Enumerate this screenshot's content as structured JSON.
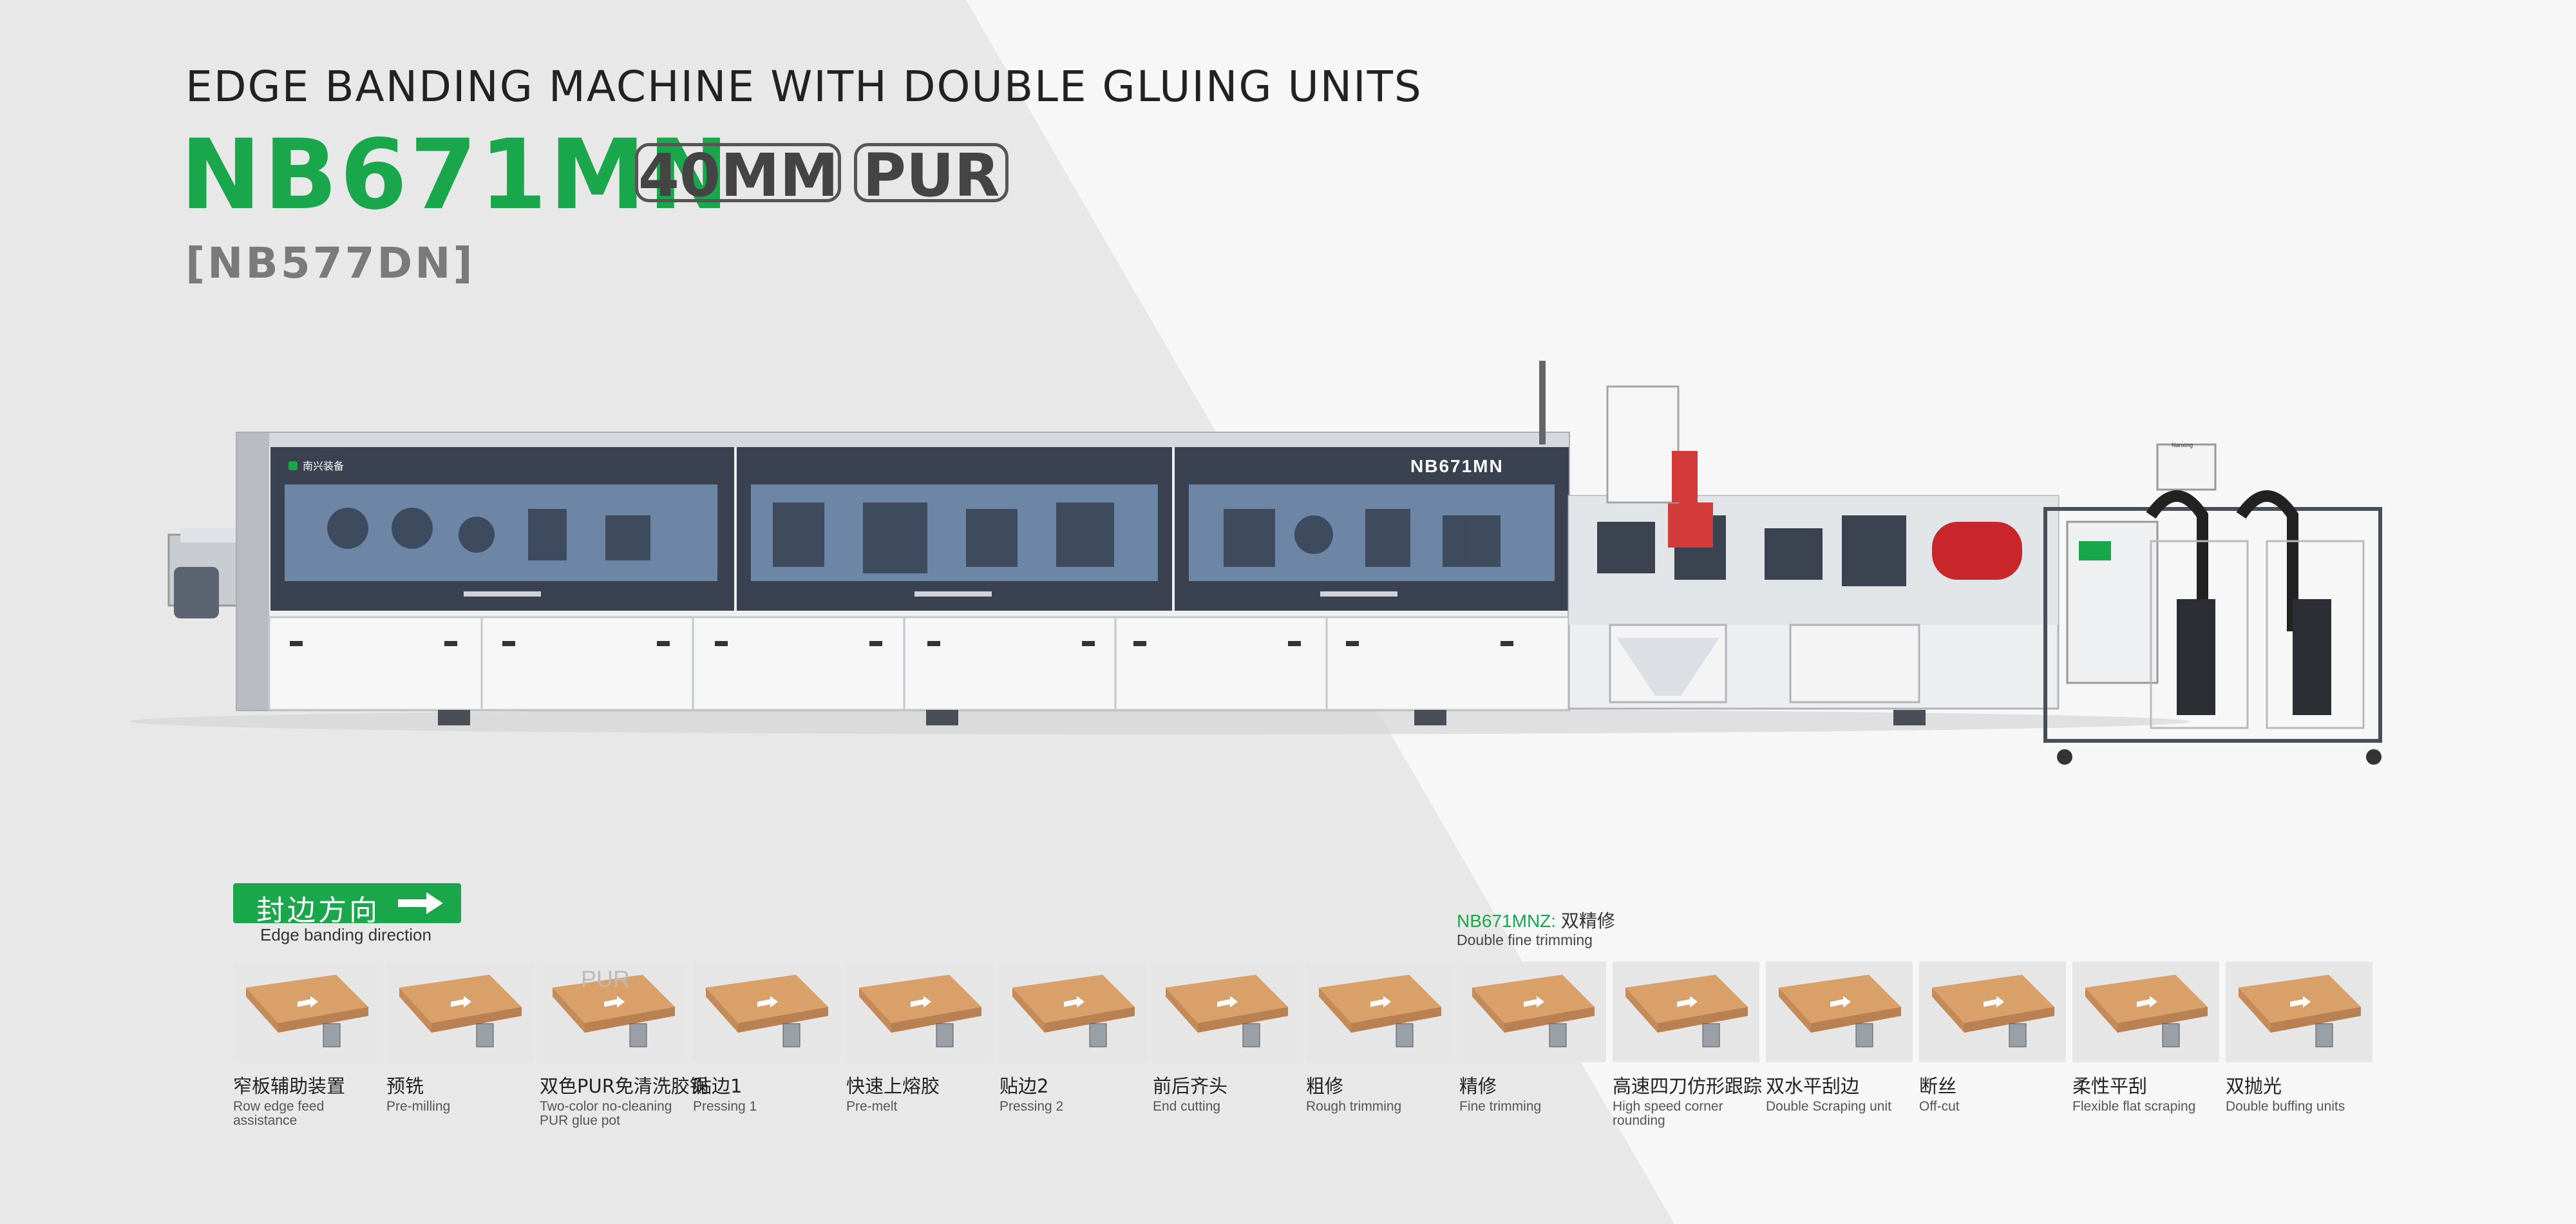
{
  "header": {
    "subtitle": "EDGE BANDING MACHINE WITH DOUBLE GLUING UNITS",
    "model": "NB671MN",
    "badges": [
      "40MM",
      "PUR"
    ],
    "alt_model": "[NB577DN]"
  },
  "machine": {
    "nameplate": "NB671MN",
    "brand": "南兴装备",
    "screen_label": "Nanxing"
  },
  "direction": {
    "label_cn": "封边方向",
    "label_en": "Edge banding direction"
  },
  "variant": {
    "model": "NB671MNZ:",
    "cn": "双精修",
    "en": "Double fine trimming"
  },
  "steps": [
    {
      "cn": "窄板辅助装置",
      "en": "Row edge feed assistance",
      "icon": "narrow-board-assist-icon"
    },
    {
      "cn": "预铣",
      "en": "Pre-milling",
      "icon": "pre-milling-icon"
    },
    {
      "cn": "双色PUR免清洗胶锅",
      "en": "Two-color no-cleaning PUR glue pot",
      "icon_text": "PUR",
      "icon": "glue-pot-icon"
    },
    {
      "cn": "贴边1",
      "en": "Pressing 1",
      "icon": "pressing-icon"
    },
    {
      "cn": "快速上熔胶",
      "en": "Pre-melt",
      "icon": "pre-melt-icon"
    },
    {
      "cn": "贴边2",
      "en": "Pressing 2",
      "icon": "pressing-icon"
    },
    {
      "cn": "前后齐头",
      "en": "End cutting",
      "icon": "end-cutting-icon"
    },
    {
      "cn": "粗修",
      "en": "Rough trimming",
      "icon": "rough-trimming-icon"
    },
    {
      "cn": "精修",
      "en": "Fine trimming",
      "icon": "fine-trimming-icon"
    },
    {
      "cn": "高速四刀仿形跟踪",
      "en": "High speed corner rounding",
      "icon": "corner-rounding-icon"
    },
    {
      "cn": "双水平刮边",
      "en": "Double Scraping unit",
      "icon": "scraping-icon"
    },
    {
      "cn": "断丝",
      "en": "Off-cut",
      "icon": "off-cut-icon"
    },
    {
      "cn": "柔性平刮",
      "en": "Flexible flat scraping",
      "icon": "flat-scraping-icon"
    },
    {
      "cn": "双抛光",
      "en": "Double buffing units",
      "icon": "buffing-icon"
    }
  ],
  "colors": {
    "brand_green": "#1aa64b",
    "board_wood": "#d9a06a",
    "panel_dark": "#3a4150"
  }
}
